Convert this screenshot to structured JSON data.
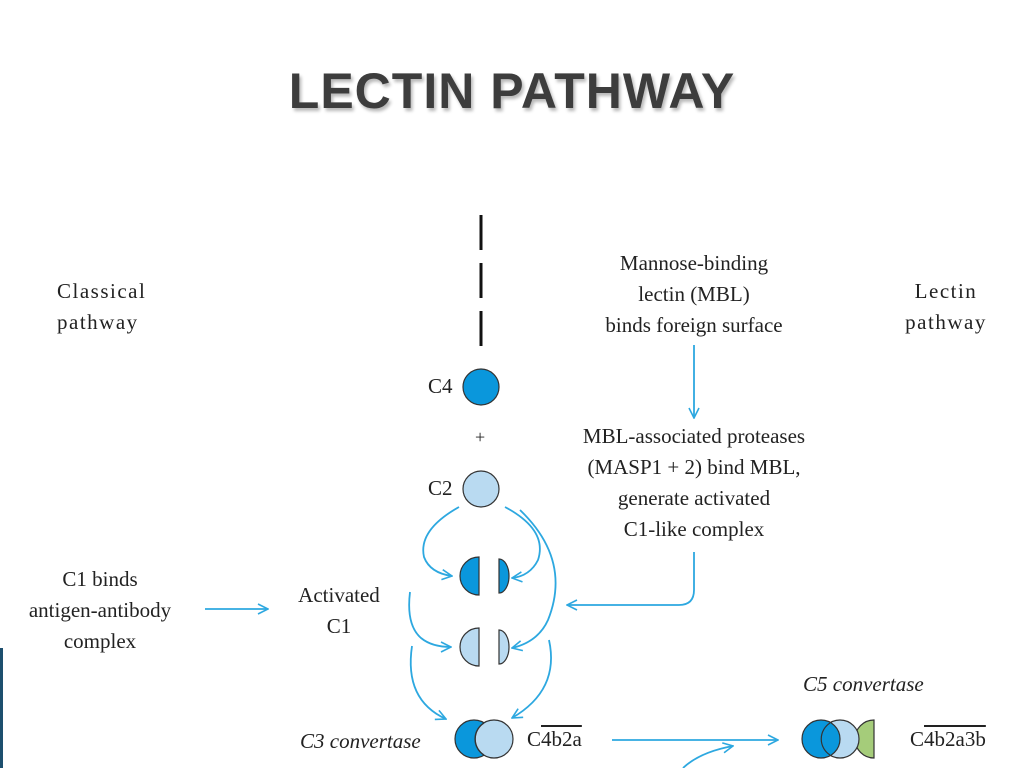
{
  "slide": {
    "title": "LECTIN PATHWAY"
  },
  "diagram": {
    "classical_label": [
      "Classical",
      "pathway"
    ],
    "lectin_label": [
      "Lectin",
      "pathway"
    ],
    "mbl_box": [
      "Mannose-binding",
      "lectin (MBL)",
      "binds foreign surface"
    ],
    "masp_box": [
      "MBL-associated proteases",
      "(MASP1 + 2) bind MBL,",
      "generate activated",
      "C1-like complex"
    ],
    "c1_box": [
      "C1 binds",
      "antigen-antibody",
      "complex"
    ],
    "activated_c1": [
      "Activated",
      "C1"
    ],
    "c4": "C4",
    "plus": "+",
    "c2": "C2",
    "c3_convertase": "C3 convertase",
    "c3_formula_prefix": "C",
    "c3_formula_over": "4b2a",
    "c5_convertase": "C5 convertase",
    "c5_formula_prefix": "C",
    "c5_formula_over": "4b2a3b"
  },
  "colors": {
    "c4_blue": "#0a97dc",
    "c2_light": "#b9daf1",
    "c3b_green": "#a5cc7a",
    "arrow": "#2da8e0"
  }
}
